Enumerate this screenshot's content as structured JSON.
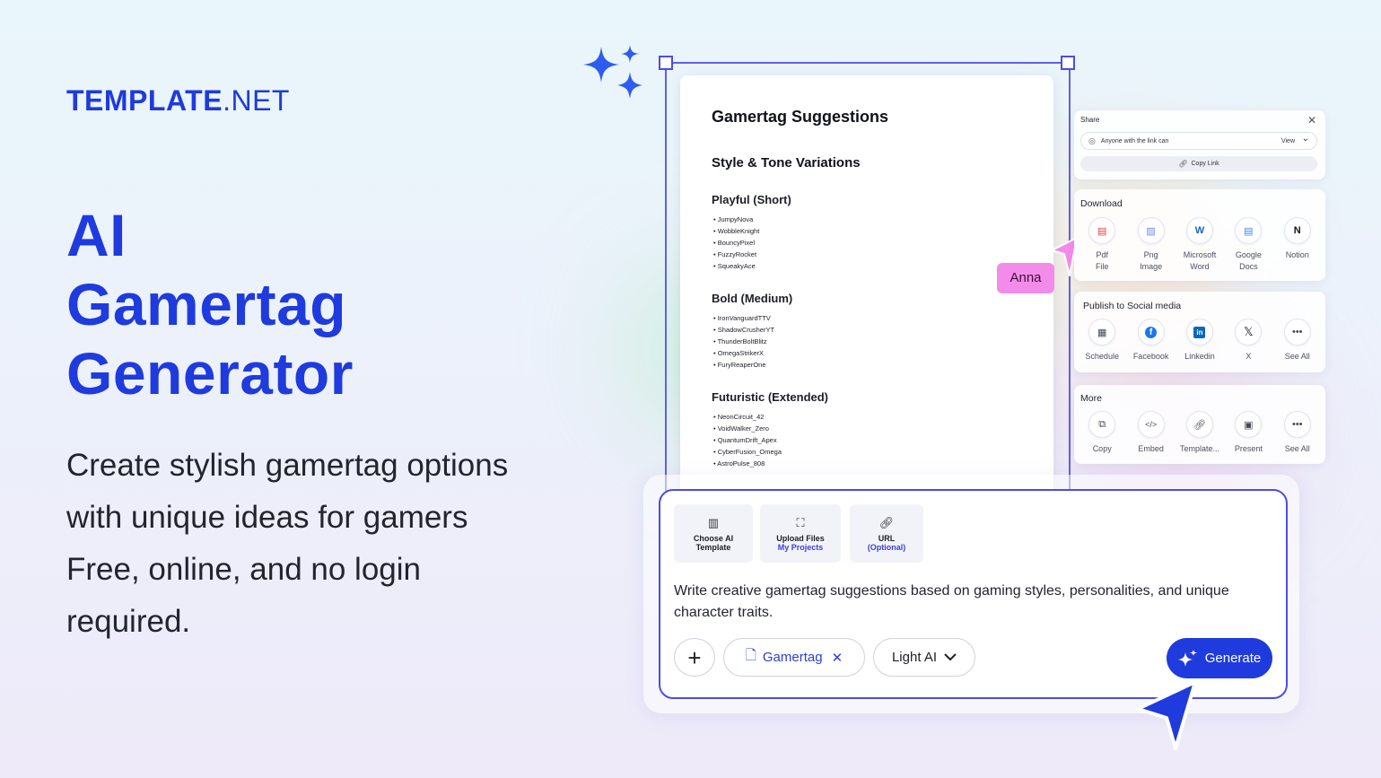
{
  "brand": {
    "logo_bold": "TEMPLATE",
    "logo_thin": ".NET"
  },
  "hero": {
    "title_lines": [
      "AI",
      "Gamertag",
      "Generator"
    ],
    "description": "Create stylish gamertag options with unique ideas for gamers Free, online, and no login required."
  },
  "document": {
    "title": "Gamertag Suggestions",
    "section": "Style & Tone Variations",
    "groups": [
      {
        "heading": "Playful (Short)",
        "items": [
          "JumpyNova",
          "WobbleKnight",
          "BouncyPixel",
          "FuzzyRocket",
          "SqueakyAce"
        ]
      },
      {
        "heading": "Bold (Medium)",
        "items": [
          "IronVanguardTTV",
          "ShadowCrusherYT",
          "ThunderBoltBlitz",
          "OmegaStrikerX",
          "FuryReaperOne"
        ]
      },
      {
        "heading": "Futuristic (Extended)",
        "items": [
          "NeonCircuit_42",
          "VoidWalker_Zero",
          "QuantumDrift_Apex",
          "CyberFusion_Omega",
          "AstroPulse_808"
        ]
      }
    ],
    "collaborator": "Anna"
  },
  "share": {
    "title": "Share",
    "access": "Anyone with the link can",
    "permission": "View",
    "copy_link": "Copy Link"
  },
  "download": {
    "title": "Download",
    "options": [
      {
        "label": "Pdf\nFile",
        "icon": "pdf-icon"
      },
      {
        "label": "Png\nImage",
        "icon": "image-icon"
      },
      {
        "label": "Microsoft\nWord",
        "icon": "word-icon"
      },
      {
        "label": "Google\nDocs",
        "icon": "google-docs-icon"
      },
      {
        "label": "Notion",
        "icon": "notion-icon"
      }
    ]
  },
  "social": {
    "title": "Publish to Social media",
    "options": [
      {
        "label": "Schedule",
        "icon": "calendar-icon"
      },
      {
        "label": "Facebook",
        "icon": "facebook-icon"
      },
      {
        "label": "Linkedin",
        "icon": "linkedin-icon"
      },
      {
        "label": "X",
        "icon": "x-icon"
      },
      {
        "label": "See All",
        "icon": "more-icon"
      }
    ]
  },
  "more": {
    "title": "More",
    "options": [
      {
        "label": "Copy",
        "icon": "copy-icon"
      },
      {
        "label": "Embed",
        "icon": "embed-icon"
      },
      {
        "label": "Template...",
        "icon": "link-icon"
      },
      {
        "label": "Present",
        "icon": "present-icon"
      },
      {
        "label": "See All",
        "icon": "more-icon"
      }
    ]
  },
  "composer": {
    "chips": [
      {
        "title": "Choose AI\nTemplate",
        "sub": ""
      },
      {
        "title": "Upload Files",
        "sub": "My Projects"
      },
      {
        "title": "URL",
        "sub": "(Optional)"
      }
    ],
    "prompt": "Write creative gamertag suggestions based on gaming styles, personalities, and unique character traits.",
    "tag": "Gamertag",
    "model": "Light AI",
    "generate": "Generate"
  },
  "colors": {
    "brand_blue": "#1f3bde",
    "accent_violet": "#4b4de6",
    "collaborator_pink": "#f38bea"
  }
}
